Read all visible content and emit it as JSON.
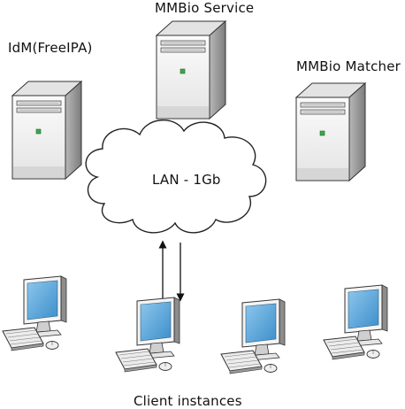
{
  "servers": [
    {
      "id": "idm",
      "label": "IdM(FreeIPA)"
    },
    {
      "id": "service",
      "label": "MMBio Service"
    },
    {
      "id": "matcher",
      "label": "MMBio Matcher"
    }
  ],
  "network": {
    "label": "LAN - 1Gb"
  },
  "clients": {
    "label": "Client instances",
    "count": 4
  },
  "colors": {
    "server_front": "#f2f2f2",
    "server_side": "#9a9a9a",
    "server_top": "#e0e0e0",
    "led": "#3aa84a",
    "screen": "#5fa8d9",
    "outline": "#222222"
  },
  "icons": [
    "server-icon",
    "cloud-icon",
    "desktop-computer-icon",
    "keyboard-icon",
    "mouse-icon",
    "arrow-up-icon",
    "arrow-down-icon"
  ]
}
